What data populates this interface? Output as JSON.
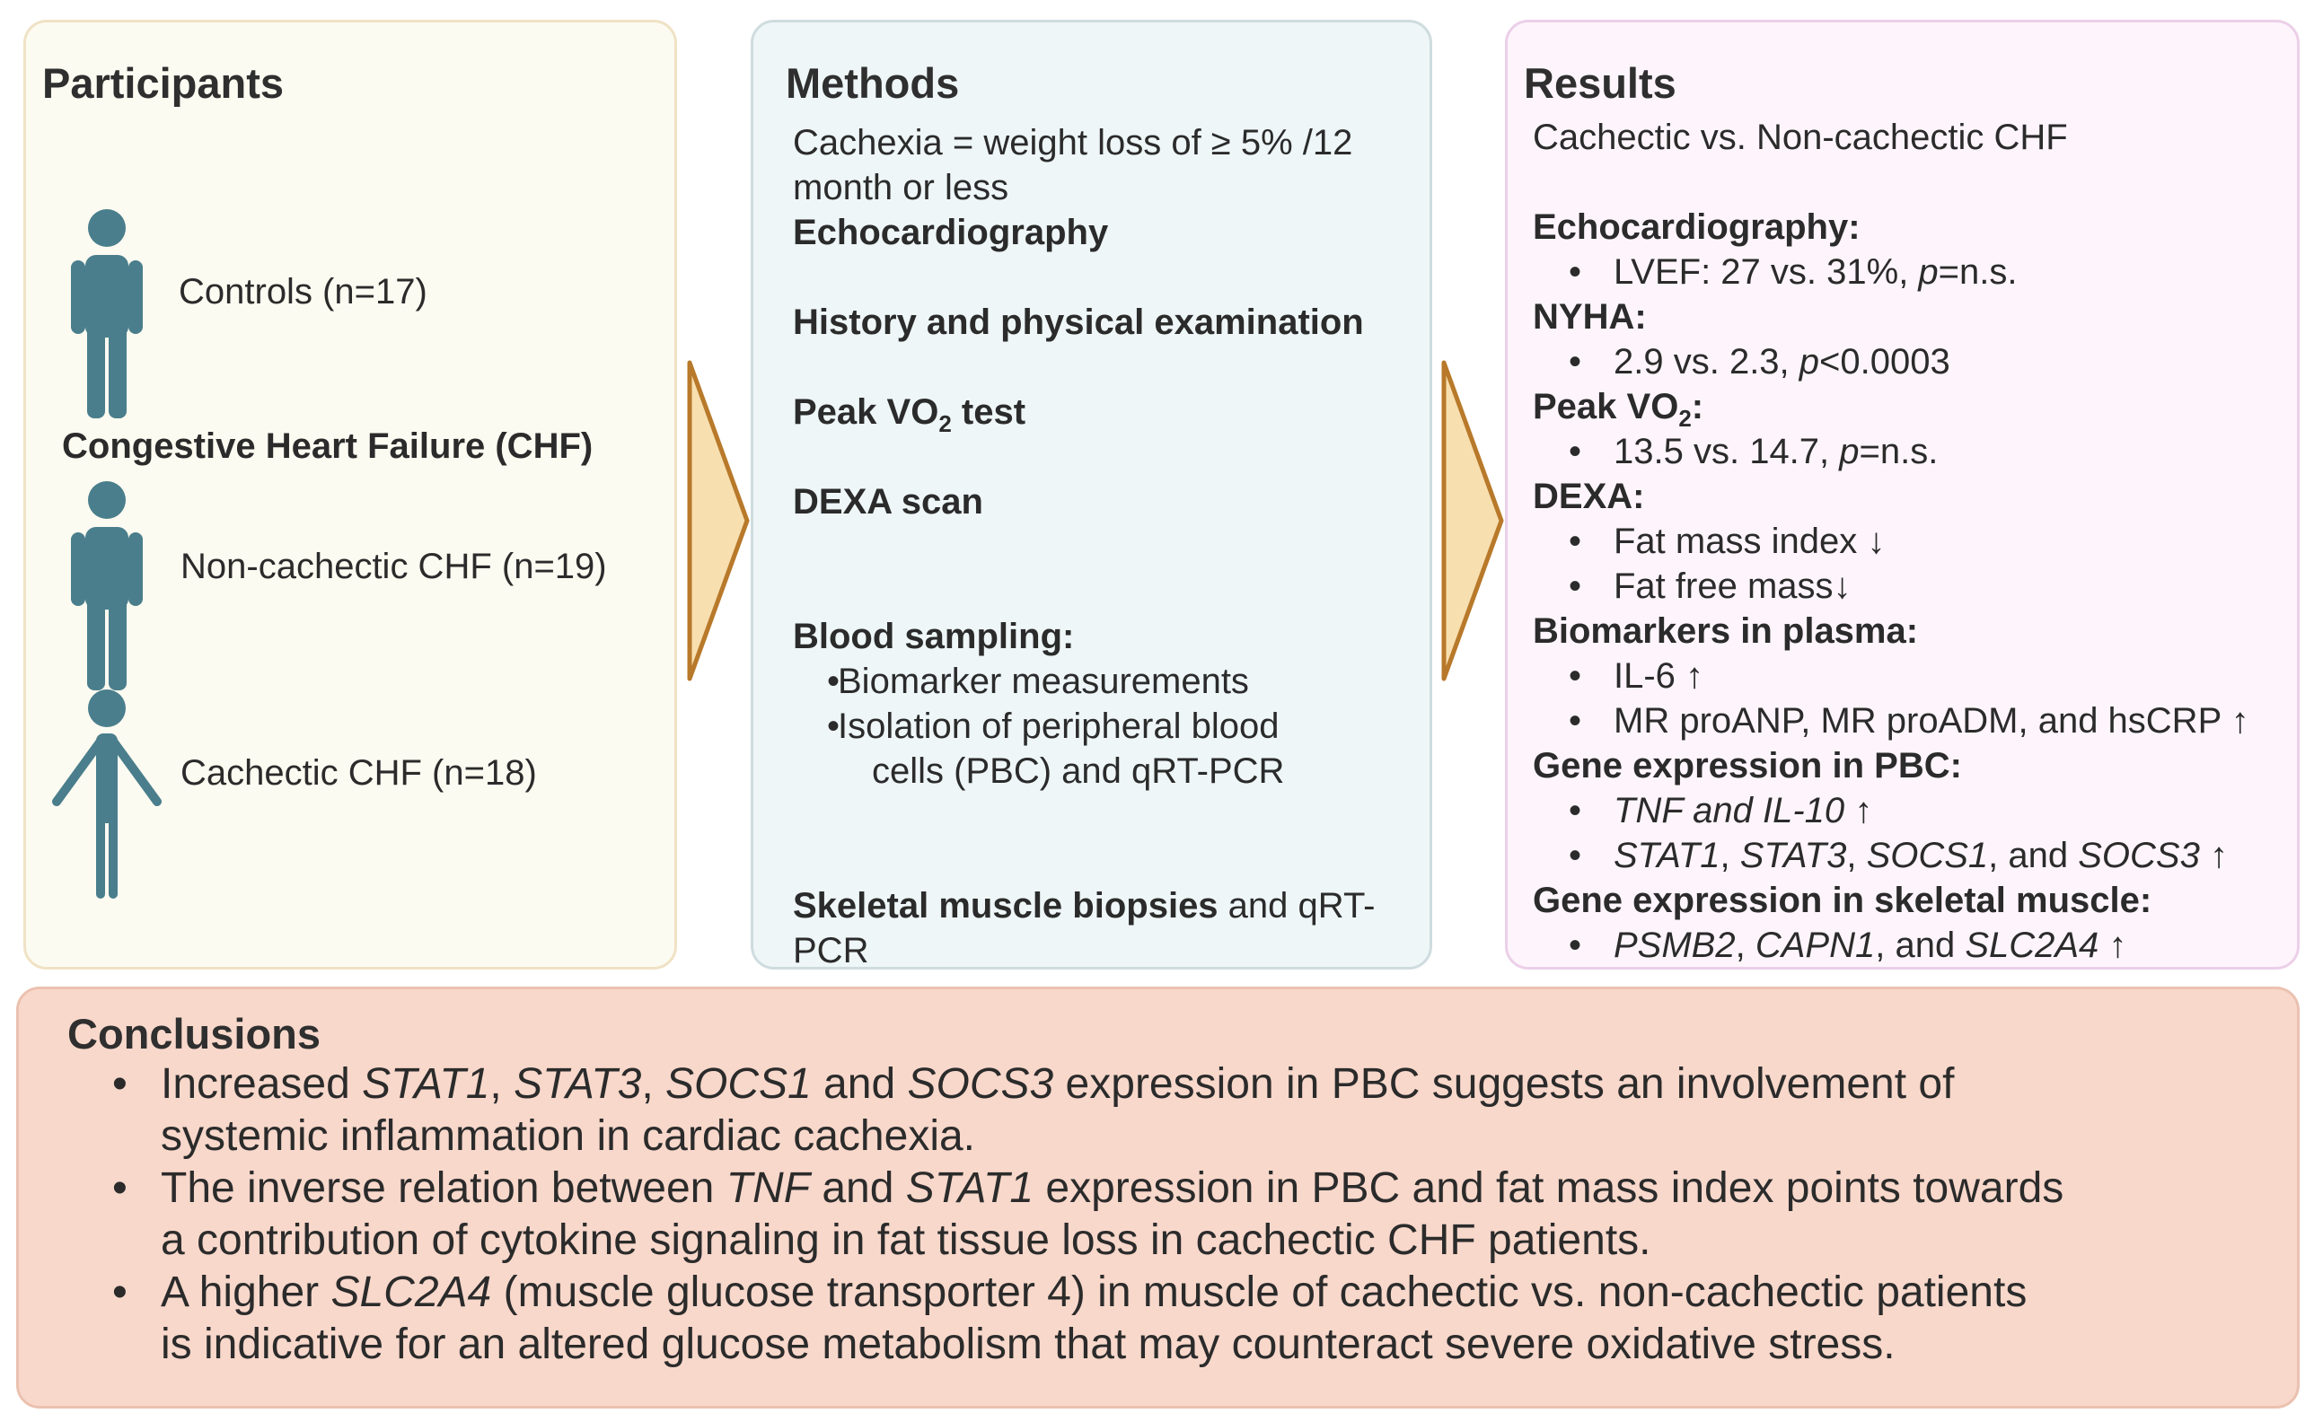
{
  "participants": {
    "title": "Participants",
    "controls": "Controls (n=17)",
    "chf_heading": "Congestive Heart Failure (CHF)",
    "non_cachectic": "Non-cachectic CHF (n=19)",
    "cachectic": "Cachectic CHF (n=18)"
  },
  "methods": {
    "title": "Methods",
    "cachexia_line1": "Cachexia = weight loss of ≥ 5% /12",
    "cachexia_line2": "month or less",
    "echo": "Echocardiography",
    "history": "History and physical examination",
    "peak_prefix": "Peak VO",
    "peak_sub": "2",
    "peak_suffix": " test",
    "dexa": "DEXA scan",
    "blood": "Blood sampling:",
    "blood_items": [
      "Biomarker measurements",
      "Isolation of peripheral blood",
      "cells (PBC) and qRT-PCR"
    ],
    "skeletal_bold": "Skeletal muscle biopsies",
    "skeletal_rest": " and qRT-",
    "skeletal_line2": "PCR"
  },
  "results": {
    "title": "Results",
    "subtitle": "Cachectic vs. Non-cachectic CHF",
    "echo_h": "Echocardiography:",
    "echo_i1": "LVEF: 27 vs. 31%, ",
    "echo_p": "p",
    "echo_i2": "=n.s.",
    "nyha_h": "NYHA:",
    "nyha_i1": "2.9 vs. 2.3, ",
    "nyha_p": "p",
    "nyha_i2": "<0.0003",
    "peak_h_prefix": "Peak VO",
    "peak_h_sub": "2",
    "peak_h_suffix": ":",
    "peak_i1": "13.5 vs. 14.7, ",
    "peak_p": "p",
    "peak_i2": "=n.s.",
    "dexa_h": "DEXA:",
    "dexa_i1": "Fat mass index ↓",
    "dexa_i2": "Fat free mass↓",
    "bio_h": "Biomarkers in plasma:",
    "bio_i1": "IL-6 ↑",
    "bio_i2": "MR proANP, MR proADM, and hsCRP ↑",
    "gene_pbc_h": "Gene expression in PBC:",
    "gene_pbc_i1": "TNF and IL-10",
    "gene_pbc_i1_arrow": " ↑",
    "gene_pbc_i2_a": "STAT1",
    "gene_pbc_i2_b": ", ",
    "gene_pbc_i2_c": "STAT3",
    "gene_pbc_i2_d": ", ",
    "gene_pbc_i2_e": "SOCS1",
    "gene_pbc_i2_f": ", and ",
    "gene_pbc_i2_g": "SOCS3",
    "gene_pbc_i2_h": " ↑",
    "gene_sk_h": "Gene expression in skeletal muscle:",
    "gene_sk_a": "PSMB2",
    "gene_sk_b": ", ",
    "gene_sk_c": "CAPN1",
    "gene_sk_d": ", and ",
    "gene_sk_e": "SLC2A4",
    "gene_sk_f": " ↑"
  },
  "conclusions": {
    "title": "Conclusions",
    "c1_a": "Increased ",
    "c1_b": "STAT1",
    "c1_c": ", ",
    "c1_d": "STAT3",
    "c1_e": ", ",
    "c1_f": "SOCS1",
    "c1_g": " and ",
    "c1_h": "SOCS3",
    "c1_i": " expression in PBC suggests an involvement of",
    "c1_line2": "systemic inflammation in cardiac cachexia.",
    "c2_a": "The inverse relation between ",
    "c2_b": "TNF",
    "c2_c": " and ",
    "c2_d": "STAT1",
    "c2_e": " expression in PBC and fat mass index points towards",
    "c2_line2": "a contribution of cytokine signaling in fat tissue loss in cachectic CHF patients.",
    "c3_a": "A higher ",
    "c3_b": "SLC2A4",
    "c3_c": " (muscle glucose transporter 4) in muscle of cachectic vs. non-cachectic patients",
    "c3_line2": "is indicative for an altered glucose metabolism that may counteract severe oxidative stress."
  },
  "colors": {
    "figure": "#4a7e8c",
    "arrow_fill": "#f7dfb0",
    "arrow_stroke": "#b8792a"
  }
}
